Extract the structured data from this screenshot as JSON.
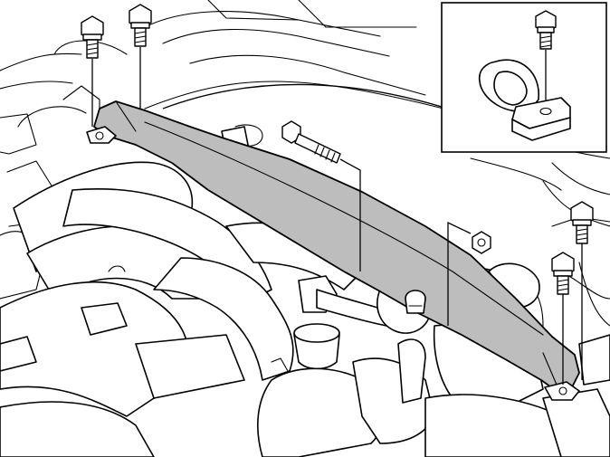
{
  "figure": {
    "colors": {
      "line": "#000000",
      "background": "#ffffff",
      "highlight": "#bdbdbd"
    },
    "parts": {
      "brace": "engine-brace-bar",
      "bolts": [
        "mounting-bolt",
        "mounting-bolt",
        "mounting-bolt",
        "mounting-bolt"
      ],
      "long_bolt": "long-bolt",
      "nut": "nut",
      "clamp": "hose-clamp"
    },
    "detail_inset": "clamp-detail"
  }
}
